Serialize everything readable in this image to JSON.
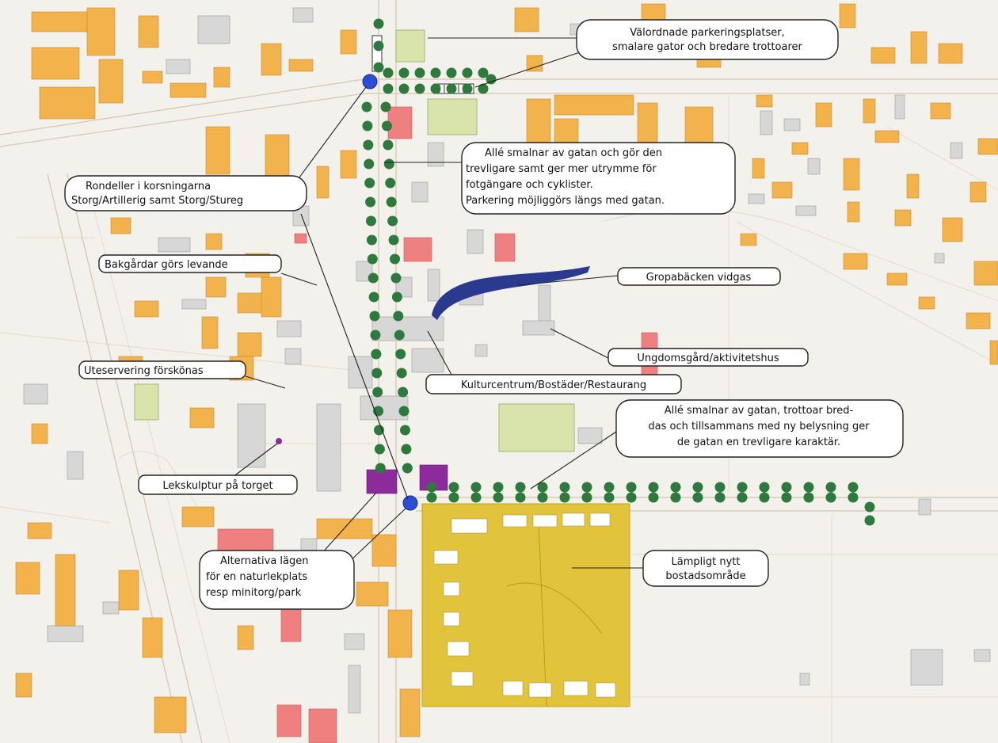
{
  "map": {
    "colors": {
      "background": "#f3f1ec",
      "building_orange": "#f2b24c",
      "building_grey": "#d7d7d7",
      "building_red": "#ee8080",
      "building_purple": "#8e2b9c",
      "new_housing_area": "#e2c33c",
      "trees": "#2d7a3c",
      "roundabout": "#2a4fd6",
      "stream": "#2a3b8f",
      "green_space": "#d9e4ad"
    },
    "callouts": [
      {
        "id": "parking",
        "lines": [
          "Välordnade parkeringsplatser,",
          "smalare gator och bredare trottoarer"
        ]
      },
      {
        "id": "rondeller",
        "lines": [
          "Rondeller i korsningarna",
          "Storg/Artillerig samt Storg/Stureg"
        ]
      },
      {
        "id": "alle1",
        "lines": [
          "Allé smalnar av gatan och gör den",
          "trevligare samt ger mer utrymme för",
          "fotgängare och cyklister.",
          "Parkering möjliggörs längs med gatan."
        ]
      },
      {
        "id": "bakgardar",
        "lines": [
          "Bakgårdar görs levande"
        ]
      },
      {
        "id": "gropabacken",
        "lines": [
          "Gropabäcken vidgas"
        ]
      },
      {
        "id": "ungdomsgard",
        "lines": [
          "Ungdomsgård/aktivitetshus"
        ]
      },
      {
        "id": "uteservering",
        "lines": [
          "Uteservering förskönas"
        ]
      },
      {
        "id": "kulturcentrum",
        "lines": [
          "Kulturcentrum/Bostäder/Restaurang"
        ]
      },
      {
        "id": "alle2",
        "lines": [
          "Allé smalnar av gatan, trottoar bred-",
          "das och tillsammans med ny belysning ger",
          "de gatan en trevligare karaktär."
        ]
      },
      {
        "id": "lekskulptur",
        "lines": [
          "Lekskulptur på torget"
        ]
      },
      {
        "id": "naturlekplats",
        "lines": [
          "Alternativa lägen",
          "för en naturlekplats",
          "resp minitorg/park"
        ]
      },
      {
        "id": "bostadsomrade",
        "lines": [
          "Lämpligt nytt",
          "bostadsområde"
        ]
      }
    ]
  }
}
